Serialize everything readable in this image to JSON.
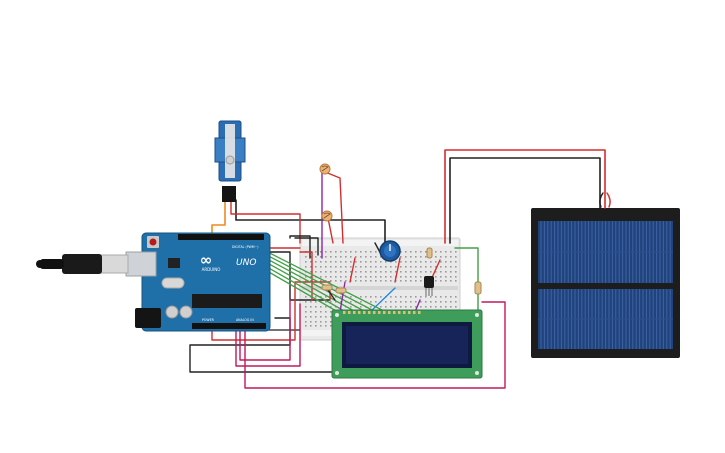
{
  "board": {
    "brand": "ARDUINO",
    "model": "UNO",
    "logo_symbol": "∞",
    "header_digital": "DIGITAL (PWM~)",
    "header_analog": "ANALOG IN",
    "header_power": "POWER"
  },
  "components": [
    "arduino-uno",
    "micro-servo",
    "photoresistor",
    "photoresistor",
    "potentiometer",
    "breadboard",
    "lcd-16x2",
    "solar-panel",
    "temperature-sensor",
    "resistor"
  ],
  "colors": {
    "board_blue": "#1f6fa8",
    "wire_red": "#d32f2f",
    "wire_black": "#222222",
    "wire_green": "#43a047",
    "wire_magenta": "#c2185b",
    "wire_orange": "#ef8a1e",
    "lcd_pcb": "#3f9d5b",
    "lcd_screen": "#16245a",
    "solar_cell": "#20437c",
    "servo_body": "#2b6db3"
  }
}
